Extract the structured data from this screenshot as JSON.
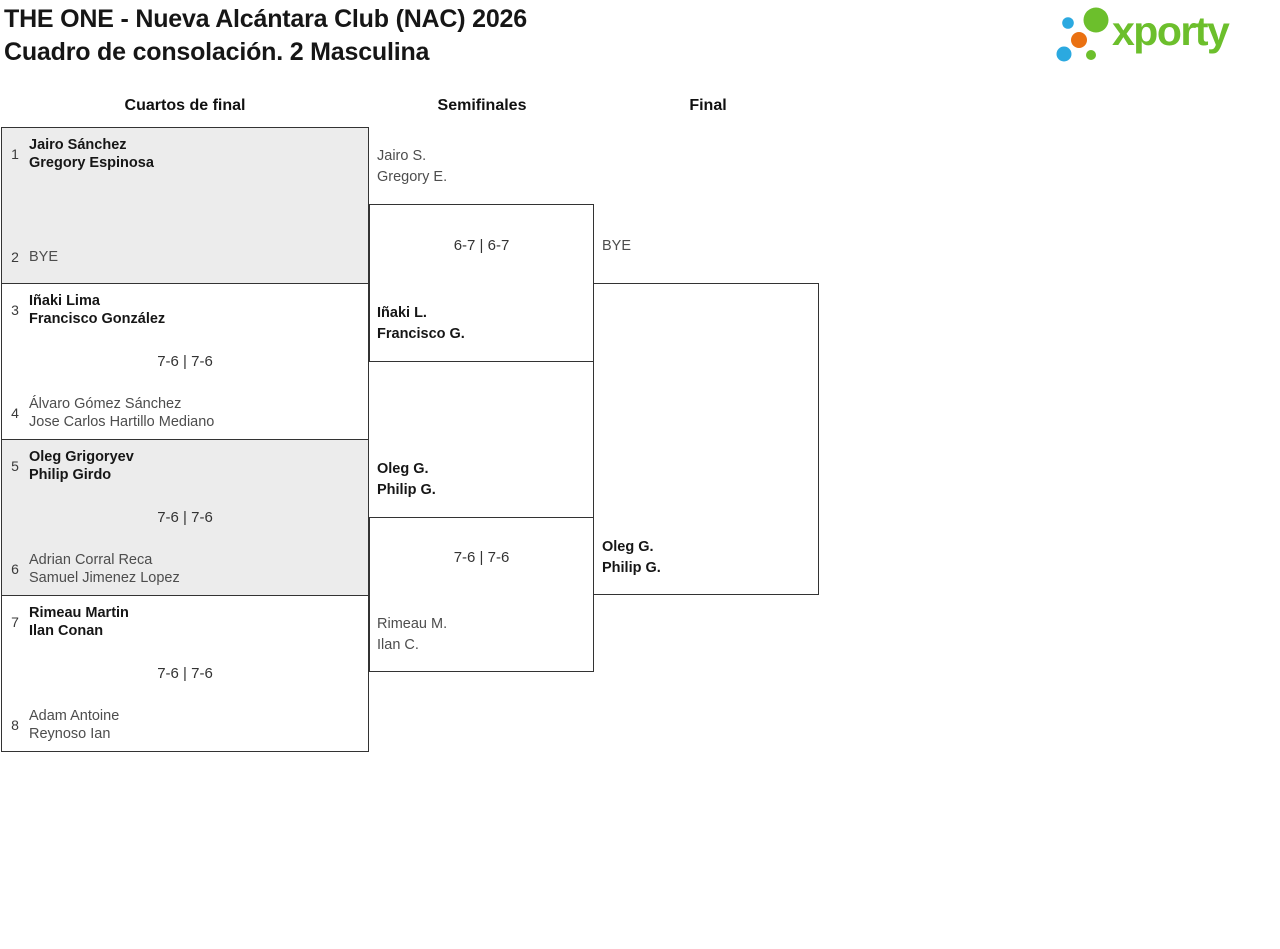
{
  "header": {
    "title_line1": "THE ONE - Nueva Alcántara Club (NAC) 2026",
    "title_line2": "Cuadro de consolación. 2 Masculina",
    "logo_text": "xporty"
  },
  "columns": {
    "quarterfinals": "Cuartos de final",
    "semifinals": "Semifinales",
    "final": "Final"
  },
  "colors": {
    "logo_green": "#6cbf2c",
    "logo_blue": "#2ba9e0",
    "logo_orange": "#ea7112",
    "block_gray": "#ececec",
    "block_white": "#ffffff",
    "border": "#333333",
    "winner_text": "#161616",
    "loser_text": "#4d4d4d"
  },
  "quarterfinals": [
    {
      "seed1": "1",
      "team1": {
        "line1": "Jairo Sánchez",
        "line2": "Gregory Espinosa"
      },
      "score": "",
      "seed2": "2",
      "team2": {
        "line1": "BYE",
        "line2": ""
      }
    },
    {
      "seed1": "3",
      "team1": {
        "line1": "Iñaki Lima",
        "line2": "Francisco González"
      },
      "score": "7-6 | 7-6",
      "seed2": "4",
      "team2": {
        "line1": "Álvaro Gómez Sánchez",
        "line2": "Jose Carlos Hartillo Mediano"
      }
    },
    {
      "seed1": "5",
      "team1": {
        "line1": "Oleg Grigoryev",
        "line2": "Philip Girdo"
      },
      "score": "7-6 | 7-6",
      "seed2": "6",
      "team2": {
        "line1": "Adrian Corral Reca",
        "line2": "Samuel Jimenez Lopez"
      }
    },
    {
      "seed1": "7",
      "team1": {
        "line1": "Rimeau Martin",
        "line2": "Ilan Conan"
      },
      "score": "7-6 | 7-6",
      "seed2": "8",
      "team2": {
        "line1": "Adam Antoine",
        "line2": "Reynoso Ian"
      }
    }
  ],
  "semifinals": [
    {
      "team1": {
        "line1": "Jairo S.",
        "line2": "Gregory E."
      },
      "score": "6-7 | 6-7",
      "team2": {
        "line1": "Iñaki L.",
        "line2": "Francisco G."
      }
    },
    {
      "team1": {
        "line1": "Oleg G.",
        "line2": "Philip G."
      },
      "score": "7-6 | 7-6",
      "team2": {
        "line1": "Rimeau M.",
        "line2": "Ilan C."
      }
    }
  ],
  "final": {
    "team1": {
      "line1": "BYE",
      "line2": ""
    },
    "score": "",
    "team2": {
      "line1": "Oleg G.",
      "line2": "Philip G."
    }
  }
}
